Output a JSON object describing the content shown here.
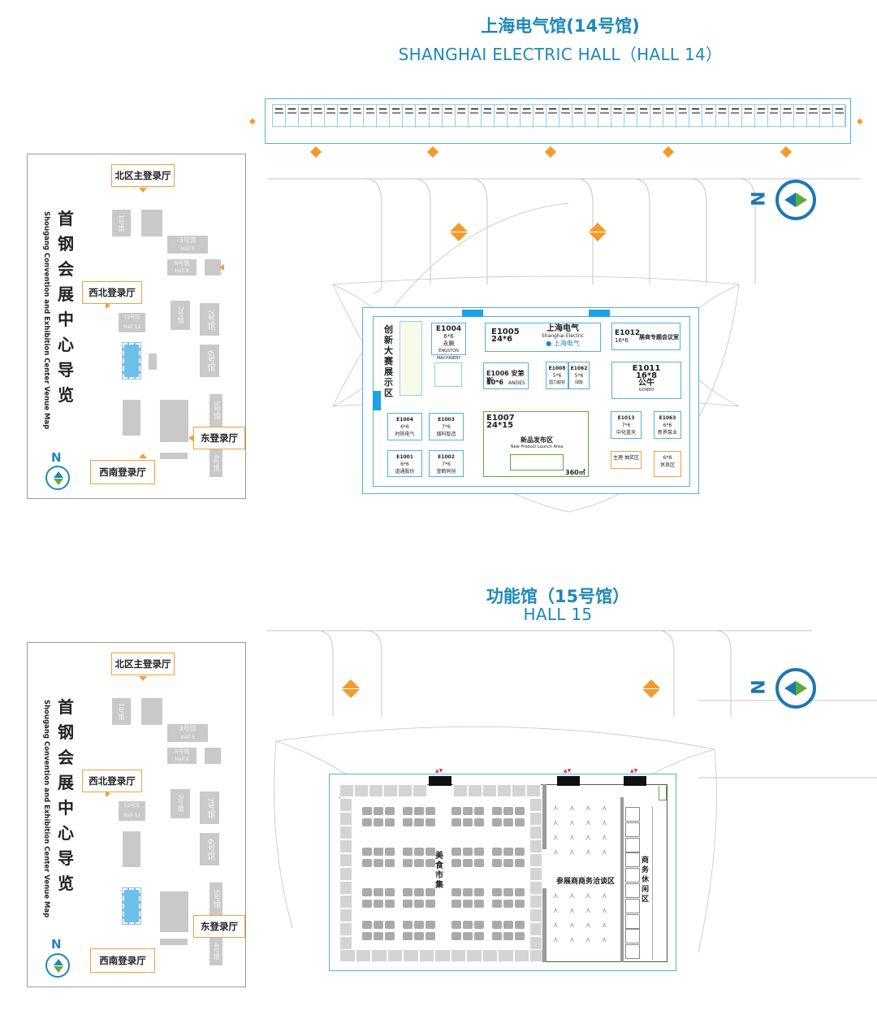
{
  "hall14": {
    "title_cn": "上海电气馆(14号馆)",
    "title_en": "SHANGHAI ELECTRIC HALL（HALL 14）"
  },
  "hall15": {
    "title_cn": "功能馆（15号馆）",
    "title_en": "HALL 15"
  },
  "locator": {
    "title_cn": [
      "首",
      "钢",
      "会",
      "展",
      "中",
      "心",
      "导",
      "览"
    ],
    "title_en": "Shougang Convention and Exhibition Center Venue Map",
    "north_label": "N",
    "entrances": {
      "north_main": "北区主登录厅",
      "northwest": "西北登录厅",
      "east": "东登录厅",
      "southwest": "西南登录厅"
    },
    "halls": {
      "hall3": "3号馆",
      "hall3_en": "Hall 3",
      "hall8": "8号馆",
      "hall8_en": "Hall 8",
      "hall12": "12号馆",
      "hall12_en": "Hall 12",
      "hall7": "7号馆",
      "hall6": "6号馆",
      "hall5": "5号馆",
      "hall4": "4号馆",
      "hall2": "2号馆",
      "hall1": "1号馆"
    }
  },
  "compass_label": "N",
  "hall14_plan": {
    "zone_innovation": "创新大赛展示区",
    "booths": {
      "e1004a": {
        "id": "E1004",
        "size": "6*6",
        "name": "永腾",
        "en": "ENGSTON MACHINERY"
      },
      "e1005": {
        "id": "E1005",
        "size": "24*6",
        "name": "上海电气",
        "en": "Shanghai Electric"
      },
      "e1012": {
        "id": "E1012",
        "size": "16*6",
        "name": "展商专题会议室"
      },
      "e1006": {
        "id": "E1006",
        "size": "10*6",
        "name": "安第斯",
        "en": "ANDES"
      },
      "e1011": {
        "id": "E1011",
        "size": "16*8",
        "name": "公牛",
        "en": "GONEO"
      },
      "e1008": {
        "id": "E1008",
        "size": "5*6",
        "name": "国力超容"
      },
      "e1062": {
        "id": "E1062",
        "size": "5*6",
        "name": "绿能"
      },
      "e1004b": {
        "id": "E1004",
        "size": "6*6",
        "name": "时扬电气"
      },
      "e1003": {
        "id": "E1003",
        "size": "7*6",
        "name": "燧科智造"
      },
      "e1007": {
        "id": "E1007",
        "size": "24*15",
        "name": "新品发布区",
        "en": "New Product Launch Area",
        "area": "360㎡"
      },
      "e1013": {
        "id": "E1013",
        "size": "7*6",
        "name": "中化蓝天"
      },
      "e1063": {
        "id": "E1063",
        "size": "6*6",
        "name": "新界泵业"
      },
      "e1001": {
        "id": "E1001",
        "size": "6*6",
        "name": "道通股份"
      },
      "e1002": {
        "id": "E1002",
        "size": "7*6",
        "name": "誉鹤同创"
      },
      "builder": {
        "name": "主理 抽奖区"
      },
      "rest": {
        "size": "6*8",
        "name": "休息区"
      }
    }
  },
  "hall15_plan": {
    "zone_food": "美食市集",
    "zone_business": "参展商商务洽谈区",
    "zone_lounge": "商务休闲区"
  },
  "colors": {
    "brand_blue": "#1e88b8",
    "accent_orange": "#f29b2e",
    "booth_outline": "#4fb3d9"
  }
}
